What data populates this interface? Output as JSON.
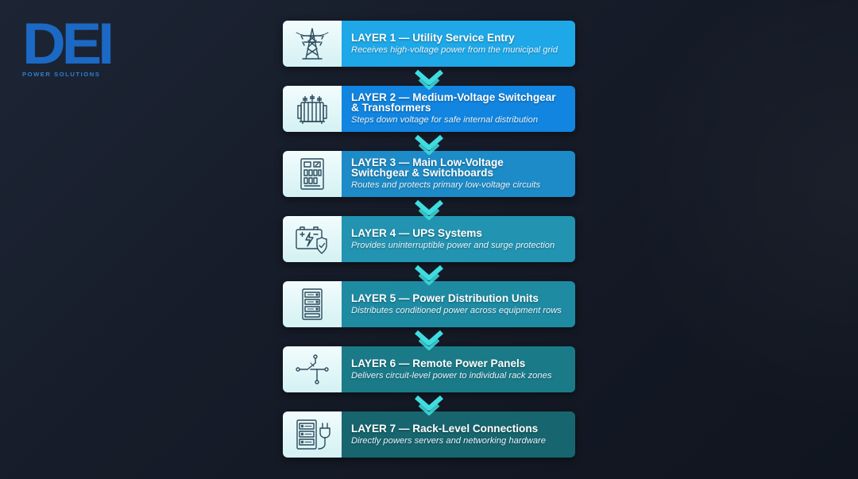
{
  "brand": {
    "logo_text": "DEI",
    "tagline": "POWER SOLUTIONS",
    "color": "#1b69c4"
  },
  "layers": [
    {
      "title": "LAYER 1 — Utility Service Entry",
      "description": "Receives high-voltage power from the municipal grid",
      "icon": "transmission-tower-icon",
      "color": "#1ea8e8"
    },
    {
      "title": "LAYER 2 — Medium-Voltage Switchgear\n& Transformers",
      "description": "Steps down voltage for safe internal distribution",
      "icon": "transformer-icon",
      "color": "#1185e0"
    },
    {
      "title": "LAYER 3 — Main Low-Voltage\nSwitchgear & Switchboards",
      "description": "Routes and protects primary low-voltage circuits",
      "icon": "switchboard-icon",
      "color": "#1d8bc7"
    },
    {
      "title": "LAYER 4 — UPS Systems",
      "description": "Provides uninterruptible power and surge protection",
      "icon": "ups-battery-shield-icon",
      "color": "#2293b0"
    },
    {
      "title": "LAYER 5 — Power Distribution Units",
      "description": "Distributes conditioned power across equipment rows",
      "icon": "pdu-rack-icon",
      "color": "#1e8ba3"
    },
    {
      "title": "LAYER 6 — Remote Power Panels",
      "description": "Delivers circuit-level power to individual rack zones",
      "icon": "circuit-switch-icon",
      "color": "#1a7a88"
    },
    {
      "title": "LAYER 7 — Rack-Level Connections",
      "description": "Directly powers servers and networking hardware",
      "icon": "server-plug-icon",
      "color": "#17656e"
    }
  ],
  "connector_color": "#3fdde0"
}
